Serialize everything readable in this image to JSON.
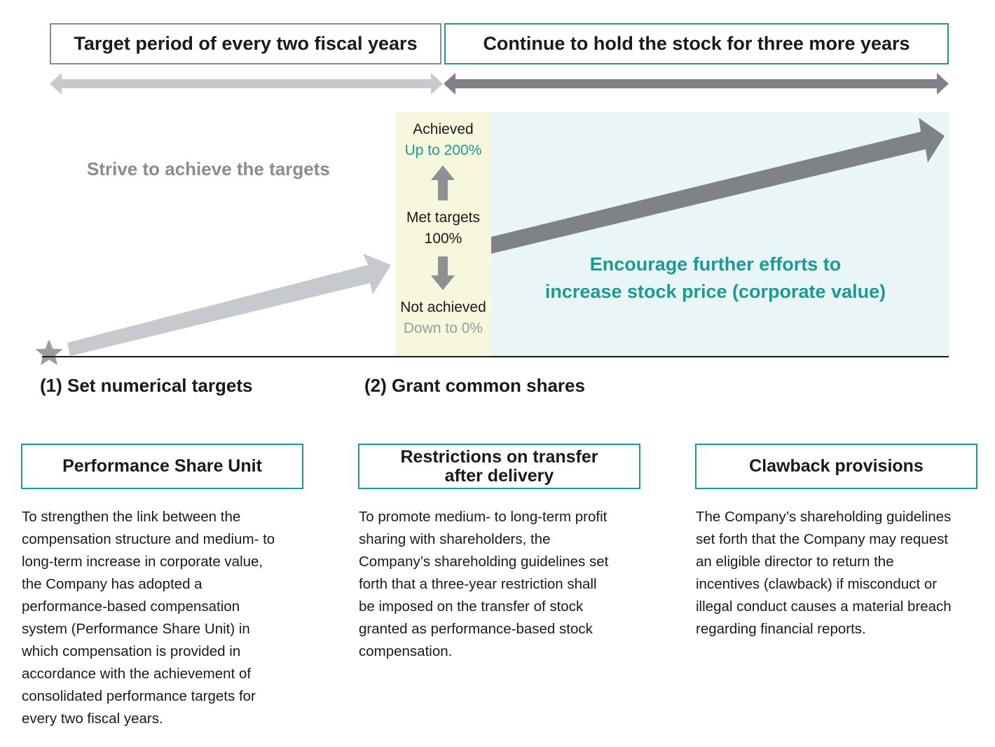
{
  "header": {
    "target_period": "Target period of every two fiscal years",
    "hold_period": "Continue to hold the stock for three more years"
  },
  "flow": {
    "strive": "Strive to achieve the targets",
    "achieved": "Achieved",
    "achieved_value": "Up to 200%",
    "met": "Met targets",
    "met_value": "100%",
    "not_achieved": "Not achieved",
    "not_achieved_value": "Down to 0%",
    "encourage_line1": "Encourage further efforts to",
    "encourage_line2": "increase stock price (corporate value)",
    "step1": "(1) Set numerical targets",
    "step2": "(2) Grant common shares"
  },
  "colors": {
    "teal": "#1a9a95",
    "light_gray": "#c6c9cd",
    "dark_gray": "#7f8286",
    "yellow_bg": "#f6f7dc",
    "teal_bg": "#eaf6f5"
  },
  "cards": [
    {
      "title": "Performance Share Unit",
      "body": [
        "To strengthen the link between the",
        "compensation structure and medium- to",
        "long-term increase in corporate value,",
        "the Company has adopted a",
        "performance-based compensation",
        "system (Performance Share Unit) in",
        "which compensation is provided in",
        "accordance with the achievement of",
        "consolidated performance targets for",
        "every two fiscal years."
      ]
    },
    {
      "title_line1": "Restrictions on transfer",
      "title_line2": "after delivery",
      "body": [
        "To promote medium- to long-term profit",
        "sharing with shareholders, the",
        "Company’s shareholding guidelines set",
        "forth that a three-year restriction shall",
        "be imposed on the transfer of stock",
        "granted as performance-based stock",
        "compensation."
      ]
    },
    {
      "title": "Clawback provisions",
      "body": [
        "The Company’s shareholding guidelines",
        "set forth that the Company may request",
        "an eligible director to return the",
        "incentives (clawback) if misconduct or",
        "illegal conduct causes a material breach",
        "regarding financial reports."
      ]
    }
  ]
}
